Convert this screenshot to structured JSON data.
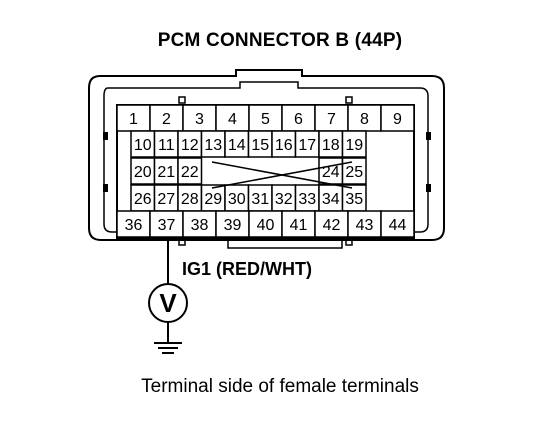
{
  "diagram": {
    "title": "PCM CONNECTOR B (44P)",
    "wire_label": "IG1 (RED/WHT)",
    "caption": "Terminal side of female terminals",
    "meter_symbol": "V",
    "rows": [
      [
        "1",
        "2",
        "3",
        "4",
        "5",
        "6",
        "7",
        "8",
        "9"
      ],
      [
        "10",
        "11",
        "12",
        "13",
        "14",
        "15",
        "16",
        "17",
        "18",
        "19"
      ],
      [
        "20",
        "21",
        "22",
        "24",
        "25"
      ],
      [
        "26",
        "27",
        "28",
        "29",
        "30",
        "31",
        "32",
        "33",
        "34",
        "35"
      ],
      [
        "36",
        "37",
        "38",
        "39",
        "40",
        "41",
        "42",
        "43",
        "44"
      ]
    ],
    "probe_terminal": "37"
  }
}
